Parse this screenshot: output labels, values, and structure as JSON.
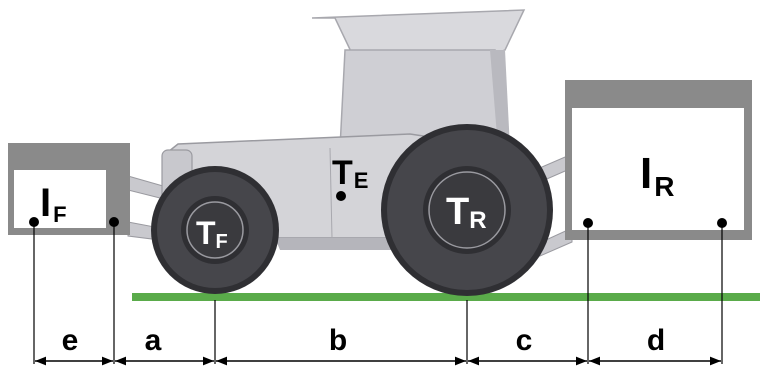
{
  "labels": {
    "front_ballast": {
      "main": "I",
      "sub": "F"
    },
    "rear_ballast": {
      "main": "I",
      "sub": "R"
    },
    "tractor_empty": {
      "main": "T",
      "sub": "E"
    },
    "front_wheel": {
      "main": "T",
      "sub": "F"
    },
    "rear_wheel": {
      "main": "T",
      "sub": "R"
    }
  },
  "dimensions": {
    "e": "e",
    "a": "a",
    "b": "b",
    "c": "c",
    "d": "d"
  },
  "colors": {
    "ground": "#5aab4a",
    "body": "#d4d4d8",
    "body_shadow": "#9a9aa0",
    "tire": "#3a3a3e",
    "hub": "#a8a8ad",
    "ballast_frame": "#8a8a8a",
    "ballast_fill": "#ffffff",
    "text": "#000000"
  }
}
